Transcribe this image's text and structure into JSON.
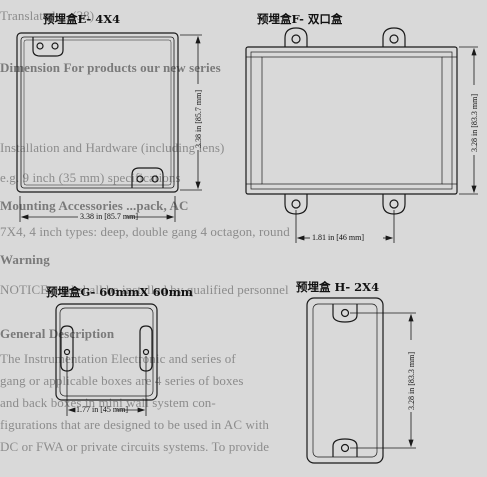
{
  "background_text": {
    "lines": [
      {
        "text": "Translated ... (38)",
        "bold": false
      },
      {
        "text": "Dimension For products our new series",
        "bold": true
      },
      {
        "text": "",
        "bold": false
      },
      {
        "text": "Installation and Hardware (including lens)",
        "bold": false
      },
      {
        "text": "e.g. 9 inch (35 mm) specifications",
        "bold": false
      },
      {
        "text": "Mounting Accessories                                    ...pack, AC",
        "bold": true
      },
      {
        "text": "7X4, 4 inch types: deep, double gang 4 octagon, round",
        "bold": false
      },
      {
        "text": "Warning",
        "bold": true
      },
      {
        "text": "NOTICE:        and shall be installed by qualified personnel",
        "bold": false
      },
      {
        "text": "General Description",
        "bold": true
      },
      {
        "text": "The Instrumentation Electronic and series of",
        "bold": false
      },
      {
        "text": "gang or applicable boxes are 4 series of boxes",
        "bold": false
      },
      {
        "text": "and back boxes in mini wall system con-",
        "bold": false
      },
      {
        "text": "figurations that are designed to be used in AC with",
        "bold": false
      },
      {
        "text": "DC or FWA or private circuits systems. To provide",
        "bold": false
      }
    ]
  },
  "figures": {
    "e": {
      "title": "预埋盒E- 4X4",
      "width_dim": "3.38 in [85.7 mm]",
      "height_dim": "3.38 in [85.7 mm]"
    },
    "f": {
      "title": "预埋盒F- 双口盒",
      "width_dim": "1.81 in [46 mm]",
      "height_dim": "3.28 in [83.3 mm]"
    },
    "g": {
      "title": "预埋盒G- 60mmX 60mm",
      "width_dim": "1.77 in [45 mm]"
    },
    "h": {
      "title": "预埋盒 H- 2X4",
      "height_dim": "3.28 in [83.3 mm]"
    }
  },
  "colors": {
    "background": "#d9d9d9",
    "line": "#1a1a1a",
    "faded_text": "#8c8c8c"
  }
}
